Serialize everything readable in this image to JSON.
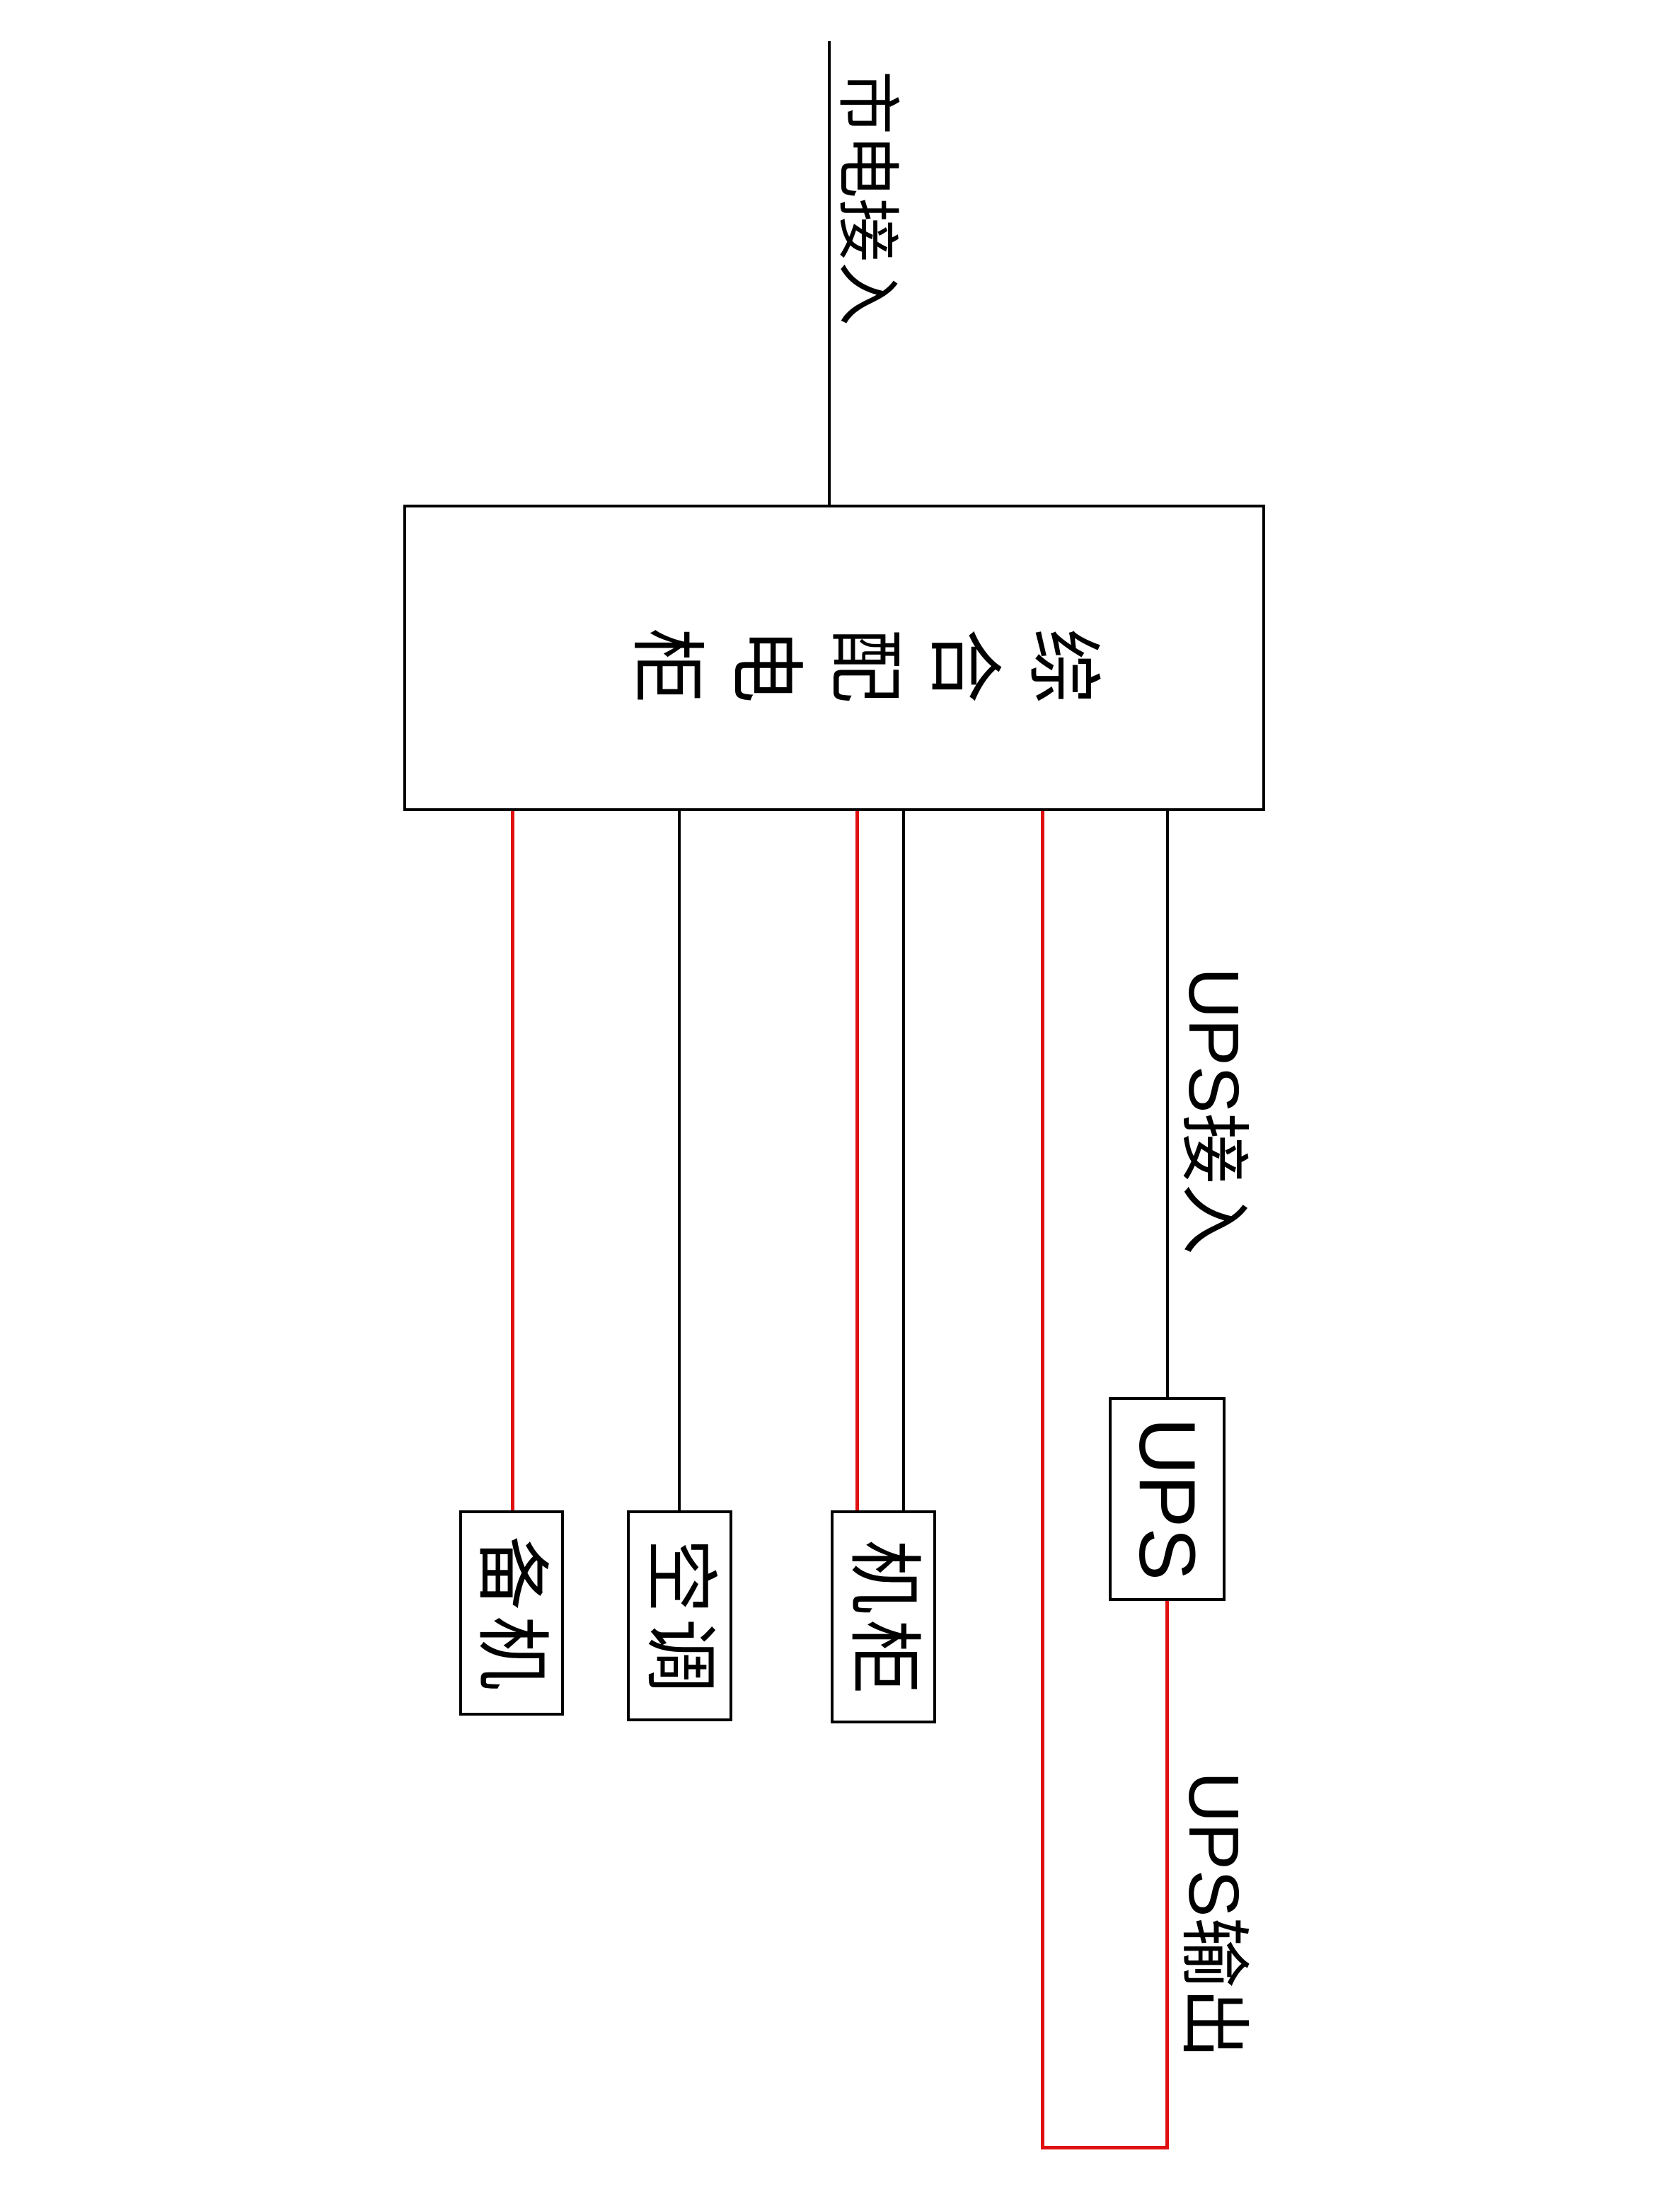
{
  "diagram": {
    "title_semantic": "power-distribution-schematic",
    "mains_input_label": "市电接入",
    "cabinet_label": "综合配电柜",
    "ups_input_label": "UPS接入",
    "ups_unit_label": "UPS",
    "ups_output_label": "UPS输出",
    "loads": [
      {
        "id": "rack",
        "label": "机柜",
        "feeds": [
          "mains",
          "ups"
        ]
      },
      {
        "id": "ac",
        "label": "空调",
        "feeds": [
          "mains"
        ]
      },
      {
        "id": "backup",
        "label": "备机",
        "feeds": [
          "ups"
        ]
      }
    ],
    "colors": {
      "mains_line": "#000000",
      "ups_line": "#e01010",
      "box_border": "#000000",
      "background": "#ffffff",
      "text": "#000000"
    },
    "orientation_note": "landscape drawing rotated 90deg clockwise"
  }
}
